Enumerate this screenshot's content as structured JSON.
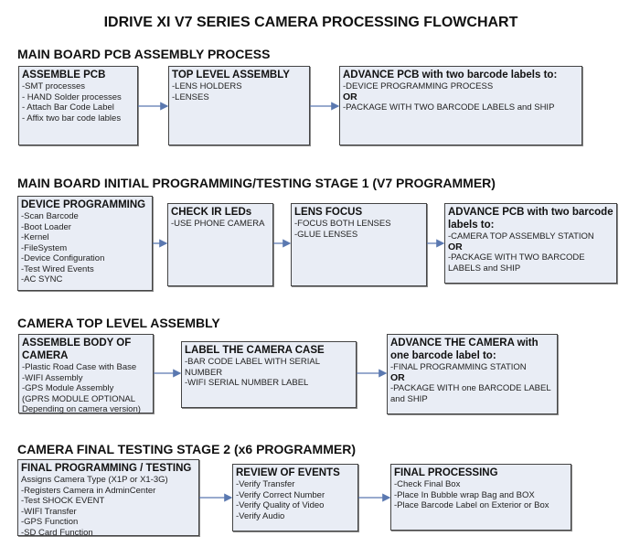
{
  "title": "IDRIVE XI V7 SERIES CAMERA PROCESSING FLOWCHART",
  "sections": [
    {
      "heading": "MAIN BOARD PCB ASSEMBLY PROCESS",
      "boxes": [
        {
          "title": "ASSEMBLE PCB",
          "lines": [
            " -SMT processes",
            "- HAND Solder processes",
            "- Attach Bar Code Label",
            "- Affix two bar code lables"
          ]
        },
        {
          "title": "TOP LEVEL ASSEMBLY",
          "lines": [
            "-LENS HOLDERS",
            "-LENSES"
          ]
        },
        {
          "title": "ADVANCE PCB with two barcode labels to:",
          "lines": [
            "-DEVICE PROGRAMMING PROCESS",
            "OR",
            "-PACKAGE WITH TWO BARCODE LABELS and SHIP"
          ]
        }
      ]
    },
    {
      "heading": "MAIN BOARD INITIAL PROGRAMMING/TESTING STAGE 1 (V7 PROGRAMMER)",
      "boxes": [
        {
          "title": "DEVICE PROGRAMMING",
          "lines": [
            "-Scan Barcode",
            "-Boot Loader",
            "-Kernel",
            "-FileSystem",
            "-Device Configuration",
            "-Test Wired Events",
            "-AC SYNC"
          ]
        },
        {
          "title": "CHECK IR LEDs",
          "lines": [
            "-USE PHONE CAMERA"
          ]
        },
        {
          "title": "LENS FOCUS",
          "lines": [
            "-FOCUS BOTH LENSES",
            "-GLUE LENSES"
          ]
        },
        {
          "title": "ADVANCE PCB with two barcode labels to:",
          "lines": [
            "-CAMERA TOP ASSEMBLY STATION",
            "OR",
            "-PACKAGE WITH TWO BARCODE LABELS and SHIP"
          ]
        }
      ]
    },
    {
      "heading": "CAMERA TOP LEVEL ASSEMBLY",
      "boxes": [
        {
          "title": "ASSEMBLE BODY OF CAMERA",
          "lines": [
            "-Plastic Road Case with Base",
            "-WIFI Assembly",
            "-GPS Module Assembly",
            "(GPRS MODULE OPTIONAL Depending on camera version)"
          ]
        },
        {
          "title": "LABEL THE CAMERA CASE",
          "lines": [
            "-BAR CODE LABEL WITH SERIAL NUMBER",
            "-WIFI SERIAL NUMBER LABEL"
          ]
        },
        {
          "title": "ADVANCE THE CAMERA with one barcode label to:",
          "lines": [
            "-FINAL PROGRAMMING STATION",
            " OR",
            "-PACKAGE WITH one BARCODE LABEL and SHIP"
          ]
        }
      ]
    },
    {
      "heading": "CAMERA FINAL TESTING STAGE 2 (x6 PROGRAMMER)",
      "boxes": [
        {
          "title": "FINAL PROGRAMMING / TESTING",
          "lines": [
            "Assigns Camera Type (X1P or X1-3G)",
            "-Registers Camera in AdminCenter",
            "-Test SHOCK EVENT",
            "-WIFI Transfer",
            "-GPS Function",
            "-SD Card Function"
          ]
        },
        {
          "title": "REVIEW OF EVENTS",
          "lines": [
            "-Verify Transfer",
            "-Verify Correct Number",
            "-Verify Quality of Video",
            "-Verify Audio"
          ]
        },
        {
          "title": "FINAL PROCESSING",
          "lines": [
            " -Check Final Box",
            "-Place In Bubble wrap Bag and BOX",
            "-Place Barcode Label on Exterior or Box"
          ]
        }
      ]
    }
  ],
  "colors": {
    "box_fill": "#e9edf5",
    "box_border": "#444444",
    "arrow": "#5a78b0"
  }
}
